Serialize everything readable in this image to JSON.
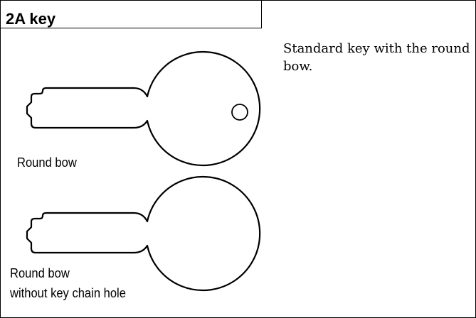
{
  "title": "2A key",
  "description": "Standard key with the round bow.",
  "keys": [
    {
      "label": "Round bow",
      "has_key_chain_hole": true
    },
    {
      "label_lines": [
        "Round bow",
        "without key chain hole"
      ],
      "has_key_chain_hole": false
    }
  ]
}
